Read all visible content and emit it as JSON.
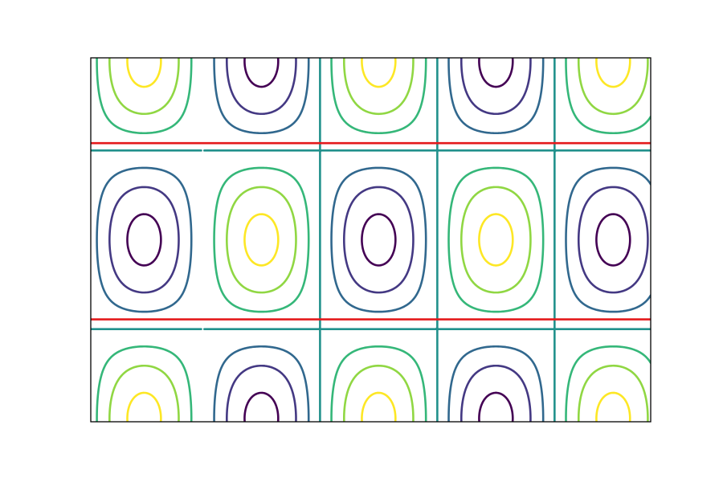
{
  "chart_data": {
    "type": "contour",
    "title": "",
    "xlabel": "",
    "ylabel": "",
    "axes_visible": false,
    "grid": false,
    "legend": "none",
    "function": "sin(x) * cos(y)",
    "xlim": [
      -3.0,
      12.0
    ],
    "ylim": [
      -3.2,
      3.2
    ],
    "levels": [
      -0.9,
      -0.6,
      -0.3,
      0.0,
      0.3,
      0.6,
      0.9
    ],
    "colormap": "viridis",
    "level_colors": [
      "#440154",
      "#443983",
      "#31688e",
      "#21918c",
      "#35b779",
      "#90d743",
      "#fde725"
    ],
    "hlines": [
      {
        "y": 1.7,
        "color": "#e41a1c"
      },
      {
        "y": -1.4,
        "color": "#e41a1c"
      }
    ]
  }
}
